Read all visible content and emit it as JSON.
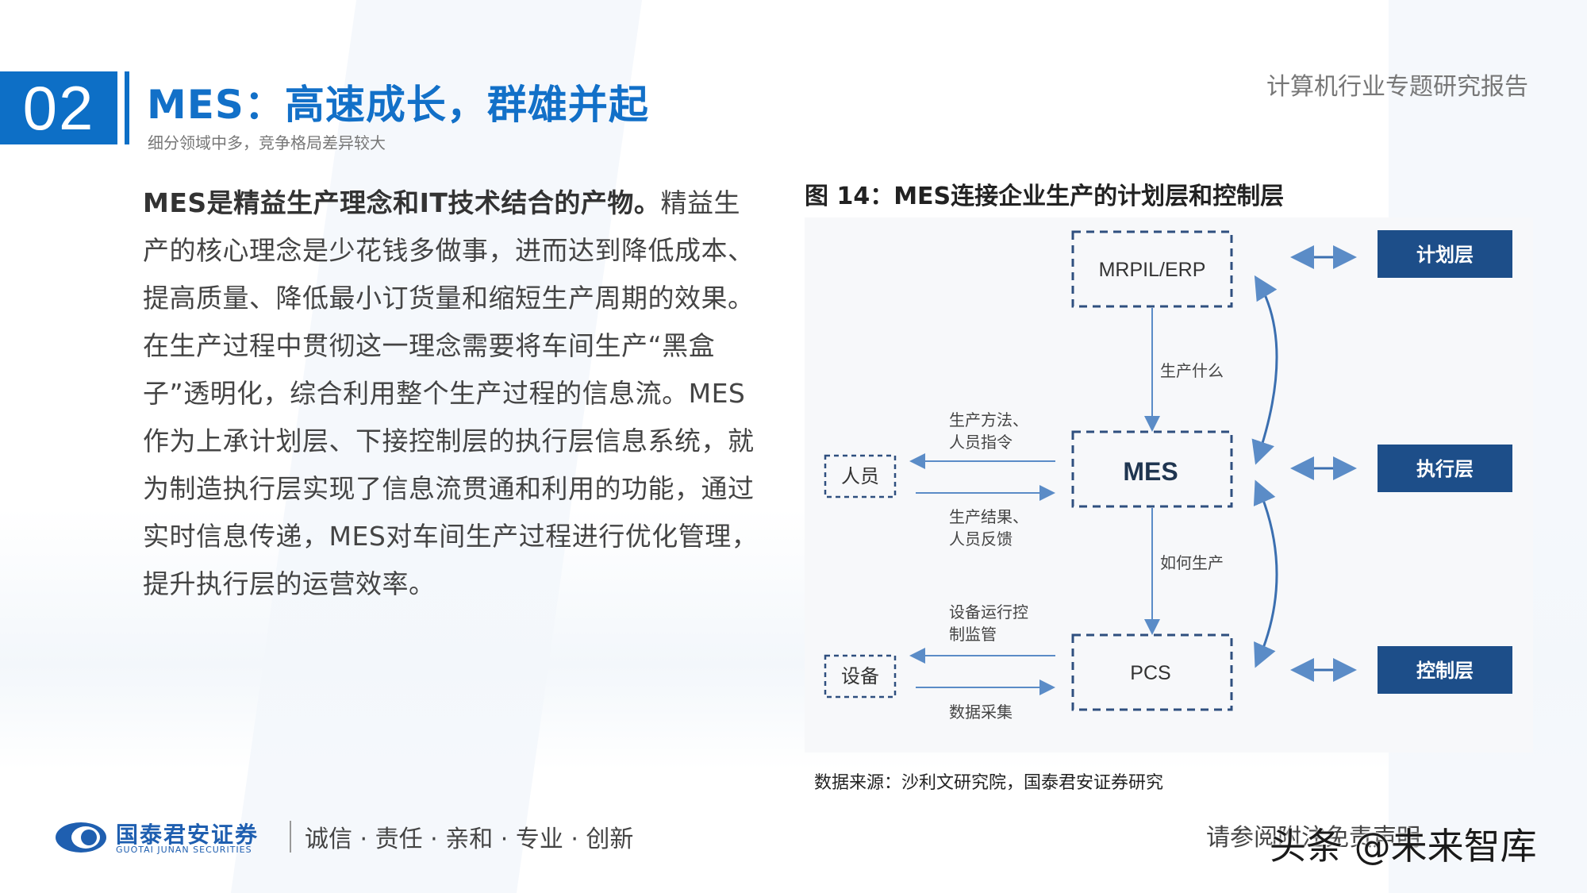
{
  "header": {
    "section_number": "02",
    "title": "MES：高速成长，群雄并起",
    "subtitle": "细分领域中多，竞争格局差异较大",
    "report_name": "计算机行业专题研究报告"
  },
  "body": {
    "lead": "MES是精益生产理念和IT技术结合的产物。",
    "text": "精益生产的核心理念是少花钱多做事，进而达到降低成本、提高质量、降低最小订货量和缩短生产周期的效果。在生产过程中贯彻这一理念需要将车间生产“黑盒子”透明化，综合利用整个生产过程的信息流。MES作为上承计划层、下接控制层的执行层信息系统，就为制造执行层实现了信息流贯通和利用的功能，通过实时信息传递，MES对车间生产过程进行优化管理，提升执行层的运营效率。"
  },
  "figure": {
    "title": "图 14：MES连接企业生产的计划层和控制层",
    "source": "数据来源：沙利文研究院，国泰君安证券研究",
    "nodes": {
      "erp": "MRPIL/ERP",
      "mes": "MES",
      "pcs": "PCS",
      "people": "人员",
      "equipment": "设备"
    },
    "layers": {
      "plan": "计划层",
      "execute": "执行层",
      "control": "控制层"
    },
    "labels": {
      "what_to_produce": "生产什么",
      "how_to_produce": "如何生产",
      "method_line1": "生产方法、",
      "method_line2": "人员指令",
      "result_line1": "生产结果、",
      "result_line2": "人员反馈",
      "equip_ctrl_line1": "设备运行控",
      "equip_ctrl_line2": "制监管",
      "data_collect": "数据采集"
    },
    "colors": {
      "layer_box": "#1d4e89",
      "arrow": "#5b8cc7",
      "dashed": "#2f4f7f"
    }
  },
  "footer": {
    "logo_cn": "国泰君安证券",
    "logo_en": "GUOTAI JUNAN SECURITIES",
    "motto": "诚信 · 责任 · 亲和 · 专业 · 创新",
    "right_text": "请参阅附注免责声明",
    "watermark": "头条 @未来智库"
  }
}
